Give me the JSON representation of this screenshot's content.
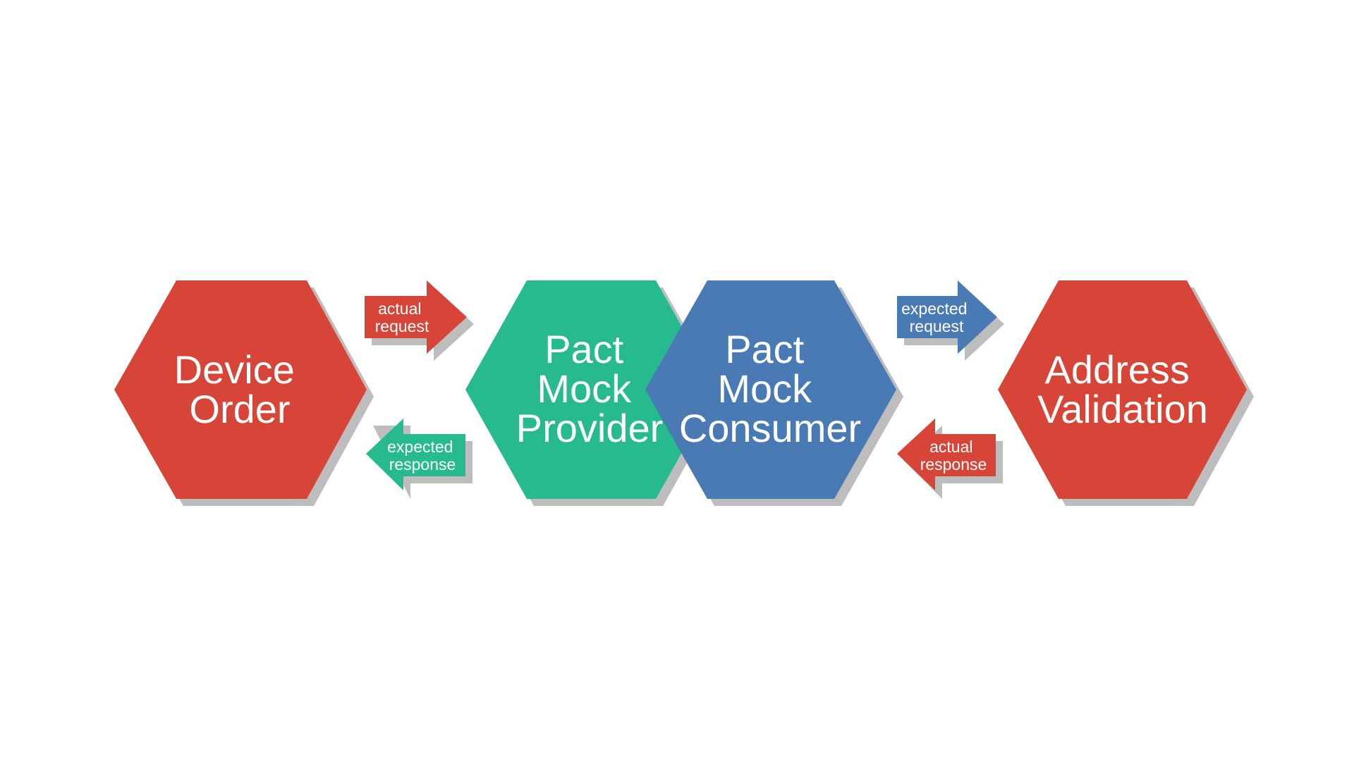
{
  "colors": {
    "red": "#D64537",
    "green": "#26BA8E",
    "blue": "#4A7AB3",
    "shadow": "#BDBDBD",
    "text": "#FFFFFF"
  },
  "nodes": {
    "device_order": {
      "line1": "Device",
      "line2": "Order",
      "color": "red"
    },
    "pact_mock_provider": {
      "line1": "Pact",
      "line2": "Mock",
      "line3": "Provider",
      "color": "green"
    },
    "pact_mock_consumer": {
      "line1": "Pact",
      "line2": "Mock",
      "line3": "Consumer",
      "color": "blue"
    },
    "address_validation": {
      "line1": "Address",
      "line2": "Validation",
      "color": "red"
    }
  },
  "arrows": {
    "left_top": {
      "line1": "actual",
      "line2": "request",
      "direction": "right",
      "color": "red"
    },
    "left_bottom": {
      "line1": "expected",
      "line2": "response",
      "direction": "left",
      "color": "green"
    },
    "right_top": {
      "line1": "expected",
      "line2": "request",
      "direction": "right",
      "color": "blue"
    },
    "right_bottom": {
      "line1": "actual",
      "line2": "response",
      "direction": "left",
      "color": "red"
    }
  }
}
